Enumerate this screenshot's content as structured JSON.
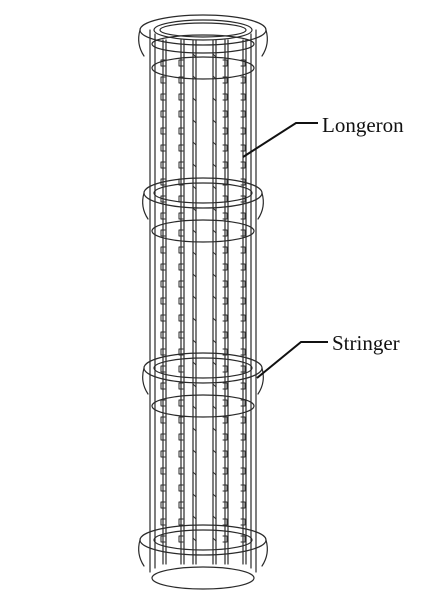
{
  "figure": {
    "callouts": [
      {
        "id": "longeron",
        "text": "Longeron"
      },
      {
        "id": "stringer",
        "text": "Stringer"
      }
    ],
    "colors": {
      "stroke": "#2a2a2a",
      "background": "#ffffff"
    }
  }
}
